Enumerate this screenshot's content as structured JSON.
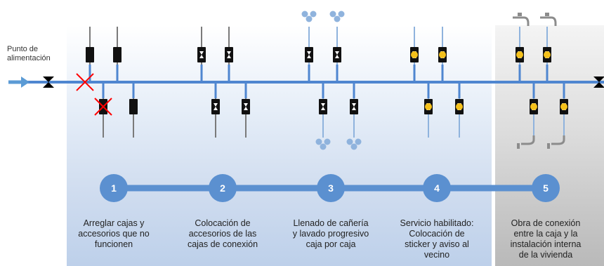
{
  "feed_point_label": "Punto de\nalimentación",
  "colors": {
    "pipe": "#4f86d0",
    "step_circle": "#5b90d0",
    "panel_main": "#cfdcef",
    "panel_connection": "#c8c8c8",
    "valve": "#000000",
    "fault_cross": "#ff0000",
    "sticker": "#f5c11b",
    "inflow_arrow": "#5b9bd5",
    "faucet": "#8c8c8c"
  },
  "steps": [
    {
      "number": "1",
      "text": "Arreglar cajas y\naccesorios que no\nfuncionen"
    },
    {
      "number": "2",
      "text": "Colocación de\naccesorios de las\ncajas de conexión"
    },
    {
      "number": "3",
      "text": "Llenado de cañería\ny lavado progresivo\ncaja por caja"
    },
    {
      "number": "4",
      "text": "Servicio habilitado:\nColocación de\nsticker y aviso al\nvecino"
    },
    {
      "number": "5",
      "text": "Obra de conexión\nentre la caja y la\ninstalación interna\nde la vivienda"
    }
  ],
  "stage_icons": [
    {
      "stage": 1,
      "box": "broken-box-icon",
      "marker": "red-cross-icon"
    },
    {
      "stage": 2,
      "box": "accessory-box-icon"
    },
    {
      "stage": 3,
      "box": "accessory-box-icon",
      "marker": "water-drops-icon"
    },
    {
      "stage": 4,
      "box": "sticker-box-icon"
    },
    {
      "stage": 5,
      "box": "sticker-box-icon",
      "marker": "faucet-icon"
    }
  ]
}
